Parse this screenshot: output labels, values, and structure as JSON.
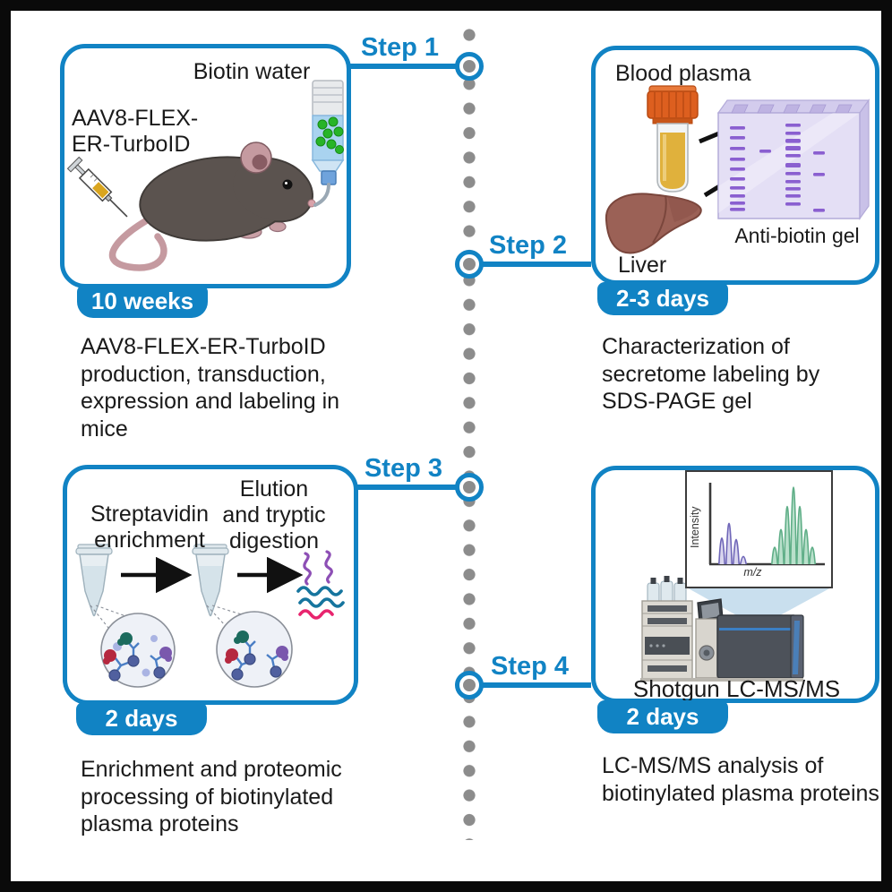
{
  "figure": {
    "steps": [
      {
        "label": "Step 1",
        "duration": "10 weeks",
        "caption": "AAV8-FLEX-ER-TurboID production, transduction, expression and labeling in mice"
      },
      {
        "label": "Step 2",
        "duration": "2-3 days",
        "caption": "Characterization of secretome labeling by SDS-PAGE gel"
      },
      {
        "label": "Step 3",
        "duration": "2 days",
        "caption": "Enrichment and proteomic processing of biotinylated plasma proteins"
      },
      {
        "label": "Step 4",
        "duration": "2 days",
        "caption": "LC-MS/MS analysis of biotinylated plasma proteins"
      }
    ],
    "panel1": {
      "biotin_water": "Biotin water",
      "vector_label_line1": "AAV8-FLEX-",
      "vector_label_line2": "ER-TurboID"
    },
    "panel2": {
      "blood_plasma": "Blood plasma",
      "liver": "Liver",
      "gel_label": "Anti-biotin gel"
    },
    "panel3": {
      "enrichment_label": "Streptavidin enrichment",
      "elution_label": "Elution and tryptic digestion"
    },
    "panel4": {
      "instrument_label": "Shotgun LC-MS/MS"
    },
    "colors": {
      "accent_blue": "#1183c4",
      "timeline_dot_gray": "#8c8c8c",
      "gel_lavender": "#e4dff5",
      "gel_band_purple": "#8a5fd0",
      "biotin_green": "#27b427",
      "plasma_yellow": "#e0b13c",
      "tube_cap_orange": "#dd5f1f",
      "liver_brown": "#9b6156"
    }
  },
  "chart_data": {
    "type": "line",
    "title": "",
    "xlabel": "m/z",
    "ylabel": "Intensity",
    "axis_color": "#3a3a3a",
    "grid": false,
    "legend": false,
    "note": "stylized MS spectrum inset; heights are fractions of full axis height",
    "series": [
      {
        "name": "precursor-peaks-purple",
        "color": "#6f66b8",
        "fill": "#d9d6ee",
        "x": [
          13,
          21,
          29,
          37
        ],
        "heights": [
          0.34,
          0.53,
          0.32,
          0.1
        ]
      },
      {
        "name": "fragment-peaks-green",
        "color": "#5fae87",
        "fill": "#b9e0cb",
        "x": [
          72,
          79,
          86,
          93,
          100,
          107,
          114
        ],
        "heights": [
          0.22,
          0.45,
          0.75,
          1.0,
          0.75,
          0.45,
          0.22
        ]
      }
    ]
  }
}
